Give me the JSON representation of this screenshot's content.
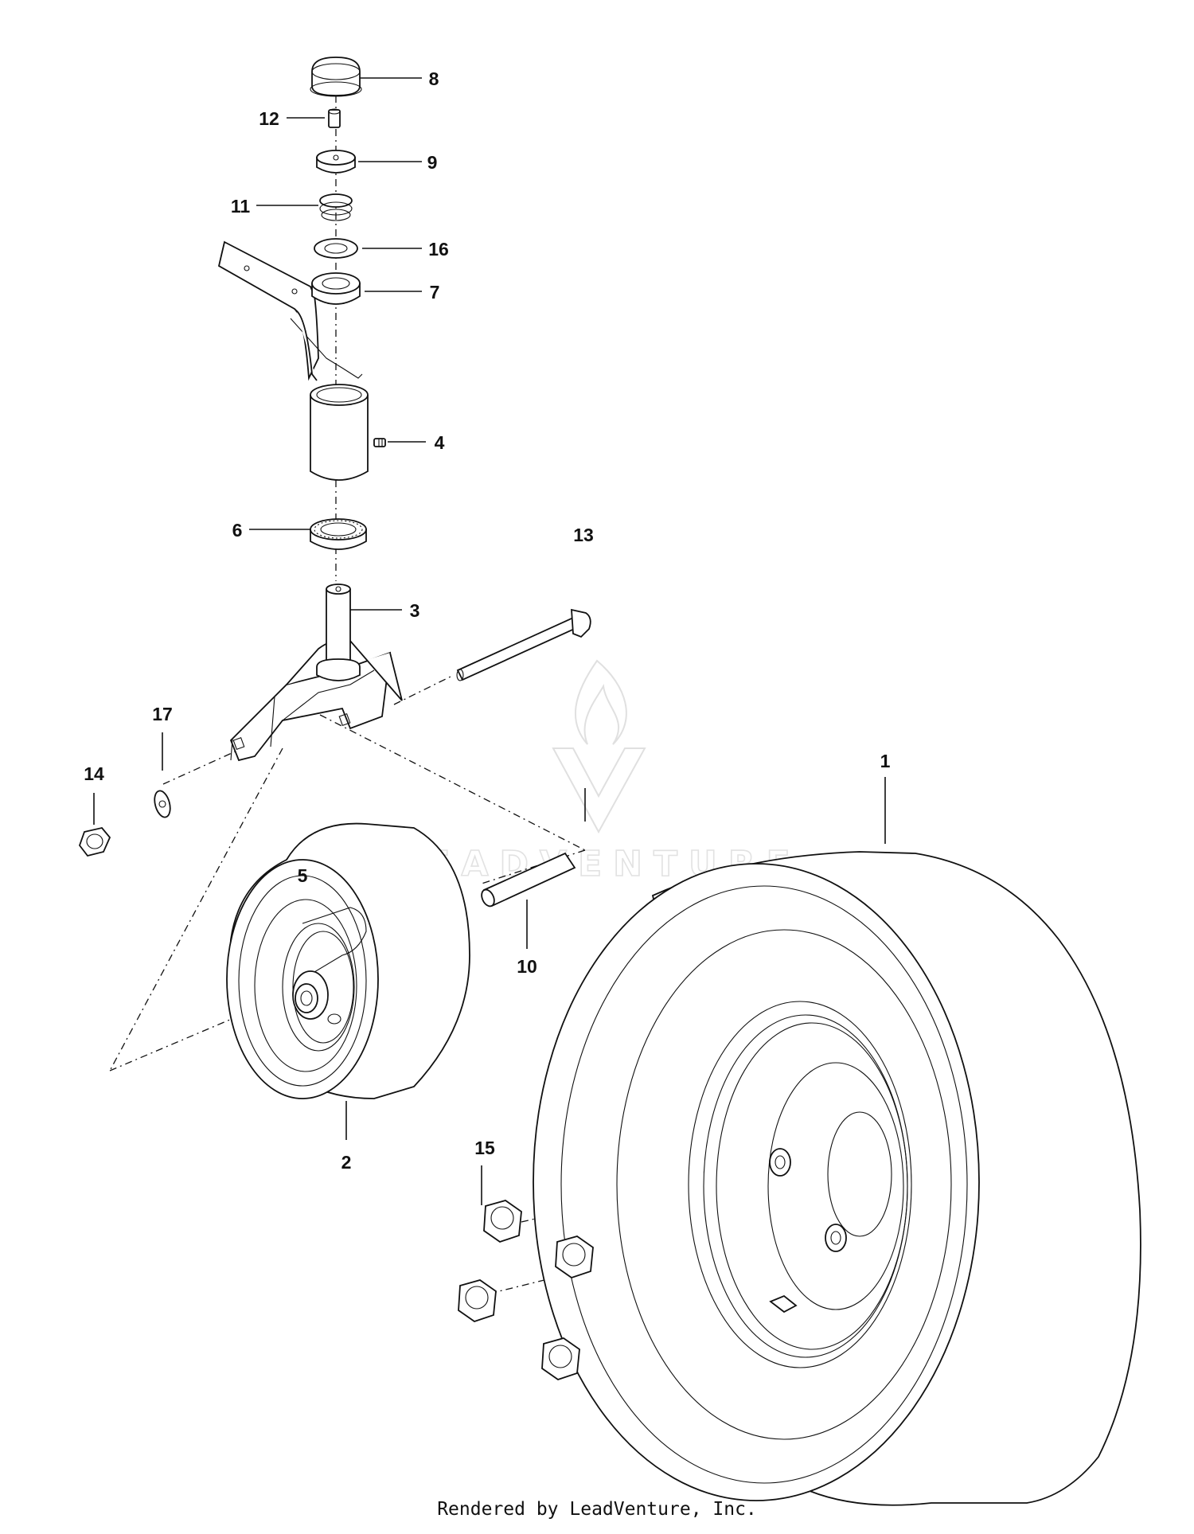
{
  "diagram": {
    "callouts": [
      "1",
      "2",
      "3",
      "4",
      "5",
      "6",
      "7",
      "8",
      "9",
      "10",
      "11",
      "12",
      "13",
      "14",
      "15",
      "16",
      "17"
    ]
  },
  "watermark": {
    "text": "LEADVENTURE"
  },
  "footer": {
    "text": "Rendered by LeadVenture, Inc."
  }
}
